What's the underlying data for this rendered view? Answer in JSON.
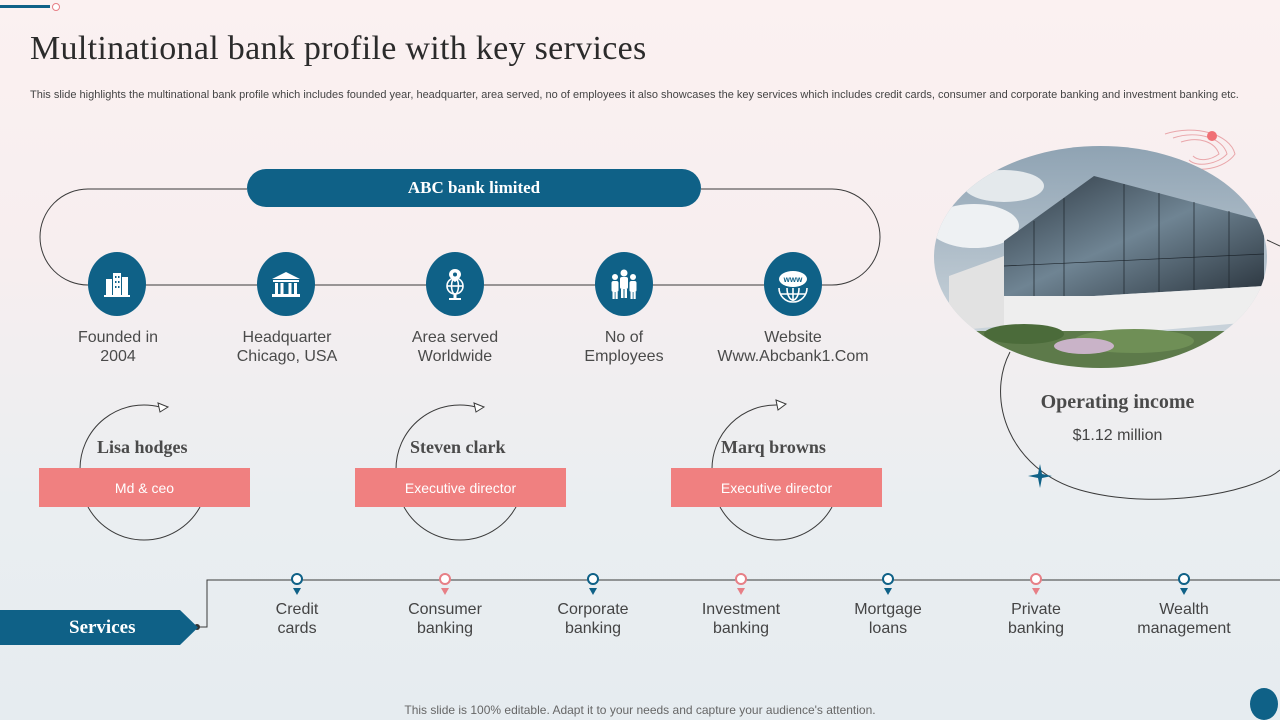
{
  "title": "Multinational bank profile with key services",
  "subtitle": "This slide highlights the multinational bank profile which includes founded year, headquarter, area served, no of employees it also showcases the key services which includes credit cards, consumer and corporate banking and investment banking etc.",
  "bank_name": "ABC bank limited",
  "info": [
    {
      "line1": "Founded in",
      "line2": "2004",
      "icon": "building-icon"
    },
    {
      "line1": "Headquarter",
      "line2": "Chicago, USA",
      "icon": "bank-icon"
    },
    {
      "line1": "Area served",
      "line2": "Worldwide",
      "icon": "globe-pin-icon"
    },
    {
      "line1": "No of",
      "line2": "Employees",
      "icon": "people-icon"
    },
    {
      "line1": "Website",
      "line2": "Www.Abcbank1.Com",
      "icon": "www-icon"
    }
  ],
  "people": [
    {
      "name": "Lisa hodges",
      "role": "Md & ceo"
    },
    {
      "name": "Steven clark",
      "role": "Executive director"
    },
    {
      "name": "Marq browns",
      "role": "Executive director"
    }
  ],
  "operating_income": {
    "title": "Operating income",
    "value": "$1.12 million"
  },
  "services": {
    "label": "Services",
    "items": [
      {
        "line1": "Credit",
        "line2": "cards"
      },
      {
        "line1": "Consumer",
        "line2": "banking"
      },
      {
        "line1": "Corporate",
        "line2": "banking"
      },
      {
        "line1": "Investment",
        "line2": "banking"
      },
      {
        "line1": "Mortgage",
        "line2": "loans"
      },
      {
        "line1": "Private",
        "line2": "banking"
      },
      {
        "line1": "Wealth",
        "line2": "management"
      }
    ]
  },
  "footer": "This slide is 100% editable. Adapt it to your needs and capture your audience's attention.",
  "colors": {
    "primary": "#0f6187",
    "accent": "#f08080",
    "pin_alt": "#e77f86"
  }
}
